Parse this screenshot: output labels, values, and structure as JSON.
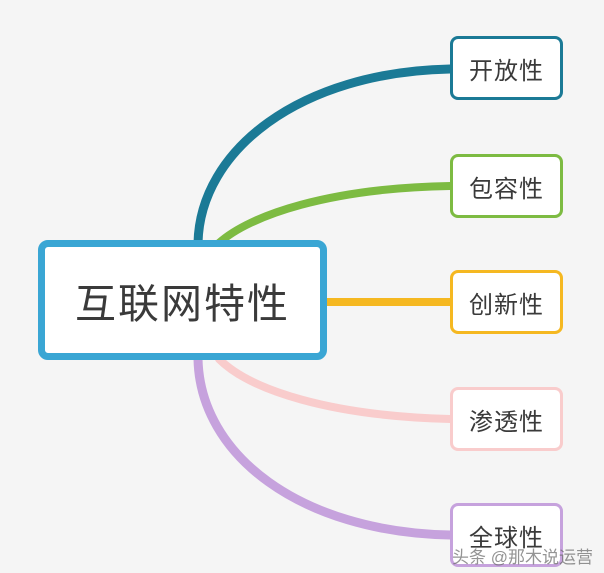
{
  "diagram": {
    "type": "mind-map",
    "background_color": "#f5f5f5",
    "central_node": {
      "label": "互联网特性",
      "border_color": "#3aa6d4",
      "fill_color": "#ffffff",
      "text_color": "#3a3a3a"
    },
    "branches": [
      {
        "label": "开放性",
        "border_color": "#1b7a96",
        "connector_color": "#1b7a96",
        "connector_style": "curve"
      },
      {
        "label": "包容性",
        "border_color": "#7dbb42",
        "connector_color": "#7dbb42",
        "connector_style": "curve"
      },
      {
        "label": "创新性",
        "border_color": "#f5b821",
        "connector_color": "#f5b821",
        "connector_style": "straight"
      },
      {
        "label": "渗透性",
        "border_color": "#f9cccc",
        "connector_color": "#f9cccc",
        "connector_style": "curve"
      },
      {
        "label": "全球性",
        "border_color": "#c6a2dd",
        "connector_color": "#c6a2dd",
        "connector_style": "curve"
      }
    ],
    "watermark": "头条 @那木说运营"
  }
}
